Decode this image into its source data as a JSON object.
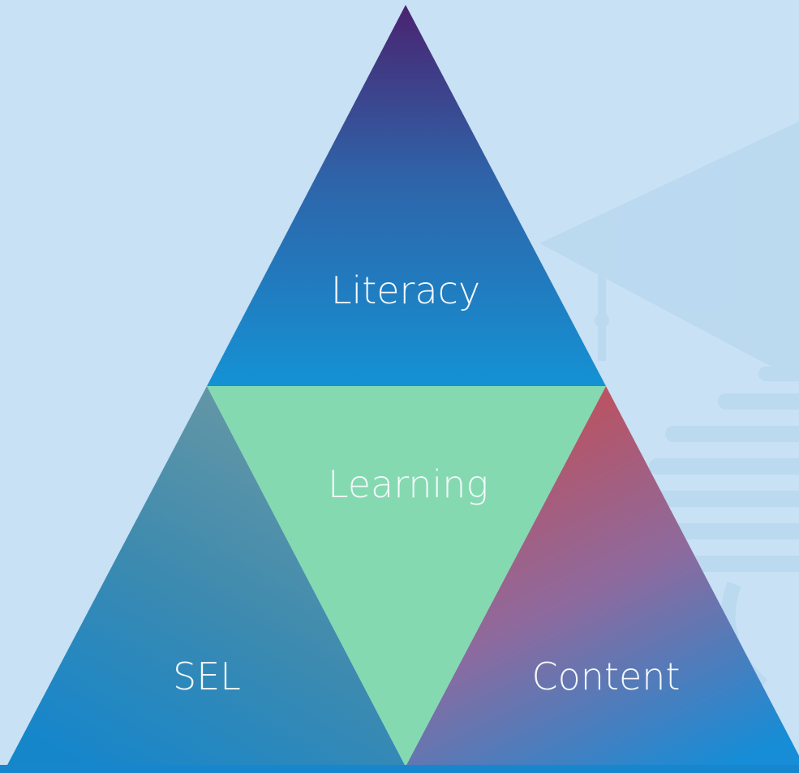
{
  "diagram": {
    "top": {
      "label": "Literacy"
    },
    "center": {
      "label": "Learning"
    },
    "left": {
      "label": "SEL"
    },
    "right": {
      "label": "Content"
    }
  },
  "colors": {
    "background": "#c8e1f4",
    "watermark": "#b6d6ee",
    "literacy_gradient": [
      "#4a2370",
      "#2f63a8",
      "#1492d4"
    ],
    "learning_fill": "#84d9b1",
    "sel_gradient": [
      "#6a9aa3",
      "#1a86c9"
    ],
    "content_gradient": [
      "#c0525a",
      "#8e6c9e",
      "#178ed6"
    ],
    "bottom_border": "#1687cf"
  },
  "background": {
    "watermark_icon": "graduation-cap-icon"
  }
}
